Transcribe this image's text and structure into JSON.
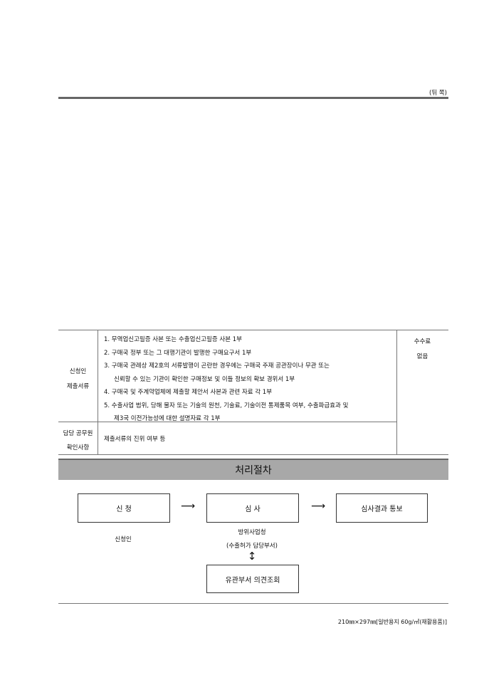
{
  "header": {
    "side_label": "(뒤 쪽)"
  },
  "table": {
    "row1_label": [
      "신청인",
      "제출서류"
    ],
    "documents": [
      "1. 무역업신고필증 사본 또는 수출업신고필증 사본 1부",
      "2. 구매국 정부 또는 그 대행기관이 발행한 구매요구서 1부",
      "3. 구매국 관례상 제2호의 서류발행이 곤란한 경우에는 구매국 주재 공관장이나 무관 또는",
      "신뢰할 수 있는 기관이 확인한 구매정보 및 이들 정보의 확보 경위서 1부",
      "4. 구매국 및 주계약업체에 제출할 제안서 사본과 관련 자료 각 1부",
      "5. 수출사업 범위, 당해 물자 또는 기술의 원천, 기술료, 기술이전 통제품목 여부, 수출파급효과 및",
      "제3국 이전가능성에 대한 설명자료 각 1부"
    ],
    "row2_label": [
      "담당 공무원",
      "확인사항"
    ],
    "row2_content": "제출서류의 진위 여부 등",
    "fee_label": "수수료",
    "fee_value": "없음"
  },
  "procedure": {
    "title": "처리절차",
    "steps": [
      "신 청",
      "심 사",
      "심사결과 통보"
    ],
    "applicant": "신청인",
    "agency": "방위사업청",
    "agency_dept": "(수출허가 담당부서)",
    "consult": "유관부서 의견조회",
    "arrow": "⟶",
    "double_arrow": "↕"
  },
  "footer": {
    "paper": "210㎜×297㎜[일반용지 60g/㎡(재활용품)]"
  }
}
